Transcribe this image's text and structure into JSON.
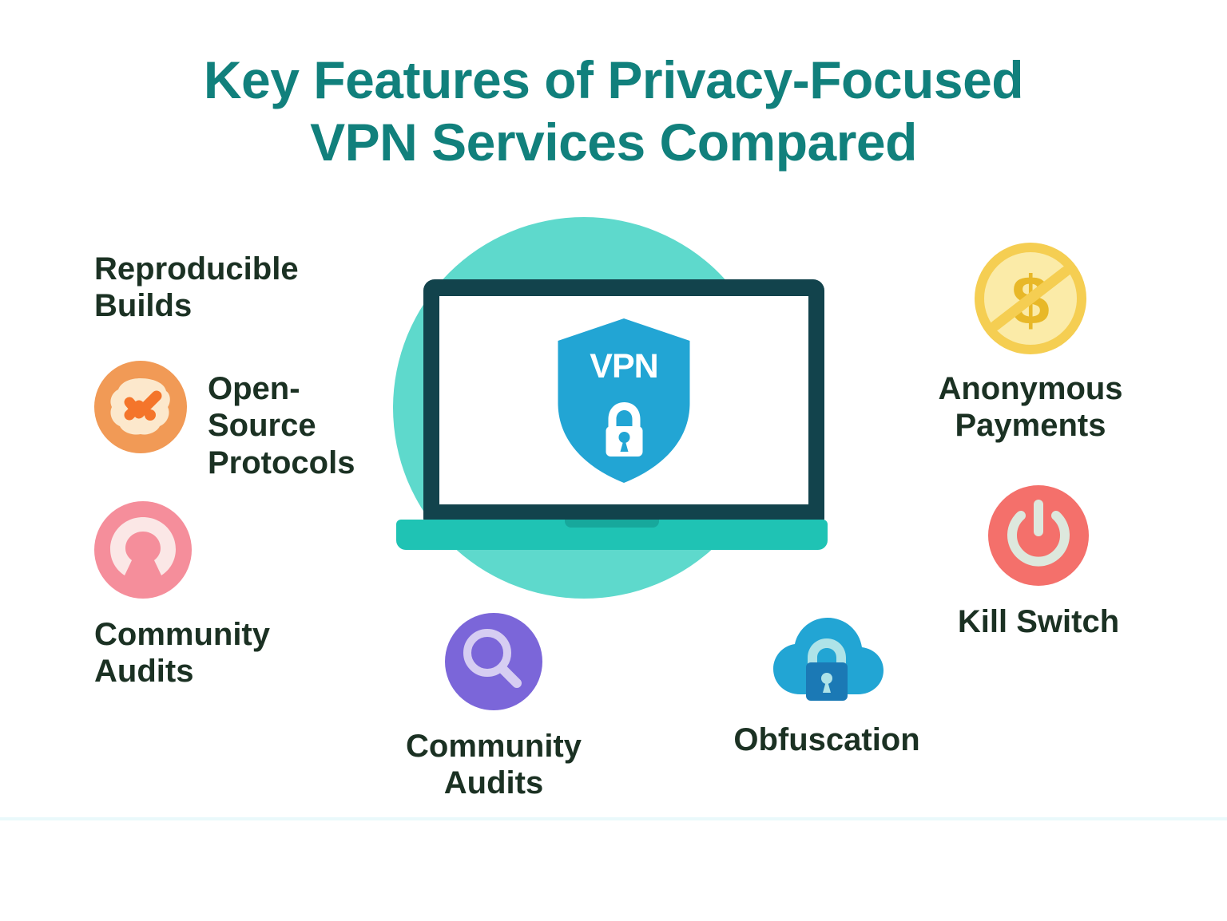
{
  "title": {
    "line1": "Key Features of Privacy-Focused",
    "line2": "VPN Services Compared",
    "color": "#11807C"
  },
  "center": {
    "device": "laptop",
    "shield_label": "VPN",
    "shield_color": "#22A5D4",
    "circle_color": "#5ED9CC",
    "laptop_lid_color": "#12434C",
    "laptop_base_color": "#1FC3B4"
  },
  "features": [
    {
      "id": "reproducible-builds",
      "label": "Reproducible\nBuilds",
      "icon": "none",
      "color": ""
    },
    {
      "id": "open-source-protocols",
      "label": "Open-\nSource\nProtocols",
      "icon": "verified-badge-check-icon",
      "color": "#F19A56",
      "glyph_color": "#FCE8CC"
    },
    {
      "id": "community-audits-left",
      "label": "Community\nAudits",
      "icon": "open-source-logo-icon",
      "color": "#F58E9B",
      "glyph_color": "#FBE7E6"
    },
    {
      "id": "community-audits-bottom",
      "label": "Community\nAudits",
      "icon": "magnifier-icon",
      "color": "#7B66D9",
      "glyph_color": "#D6CDF2"
    },
    {
      "id": "obfuscation",
      "label": "Obfuscation",
      "icon": "cloud-lock-icon",
      "color": "#22A5D4",
      "glyph_color": "#1B79B5"
    },
    {
      "id": "anonymous-payments",
      "label": "Anonymous\nPayments",
      "icon": "no-money-coin-icon",
      "color": "#F5CE52",
      "glyph_color": "#FBEBA8"
    },
    {
      "id": "kill-switch",
      "label": "Kill Switch",
      "icon": "power-icon",
      "color": "#F4706B",
      "glyph_color": "#DDE8DD"
    }
  ],
  "label_color": "#1B3123",
  "divider_color": "#EAF9FB",
  "background": "#FFFFFF"
}
